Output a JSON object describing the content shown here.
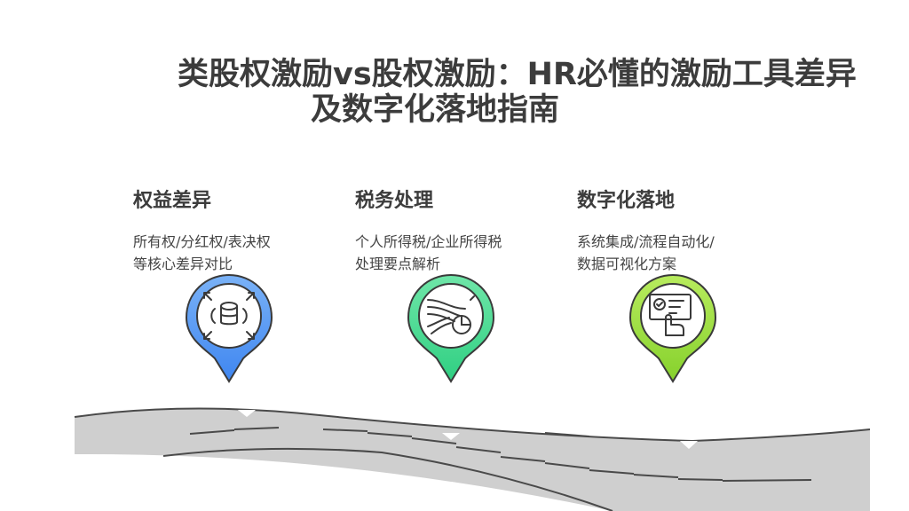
{
  "title": {
    "line1": "类股权激励vs股权激励：HR必懂的激励工具差异",
    "line2": "及数字化落地指南"
  },
  "cards": [
    {
      "heading": "权益差异",
      "desc_line1": "所有权/分红权/表决权",
      "desc_line2": "等核心差异对比",
      "icon": "database-expand-icon",
      "color_top": "#7ab2f7",
      "color_bottom": "#3f86f0"
    },
    {
      "heading": "税务处理",
      "desc_line1": "个人所得税/企业所得税",
      "desc_line2": "处理要点解析",
      "icon": "flow-chart-icon",
      "color_top": "#6fe6a8",
      "color_bottom": "#2fcf82"
    },
    {
      "heading": "数字化落地",
      "desc_line1": "系统集成/流程自动化/",
      "desc_line2": "数据可视化方案",
      "icon": "dashboard-touch-icon",
      "color_top": "#b8ec5e",
      "color_bottom": "#86d12c"
    }
  ]
}
